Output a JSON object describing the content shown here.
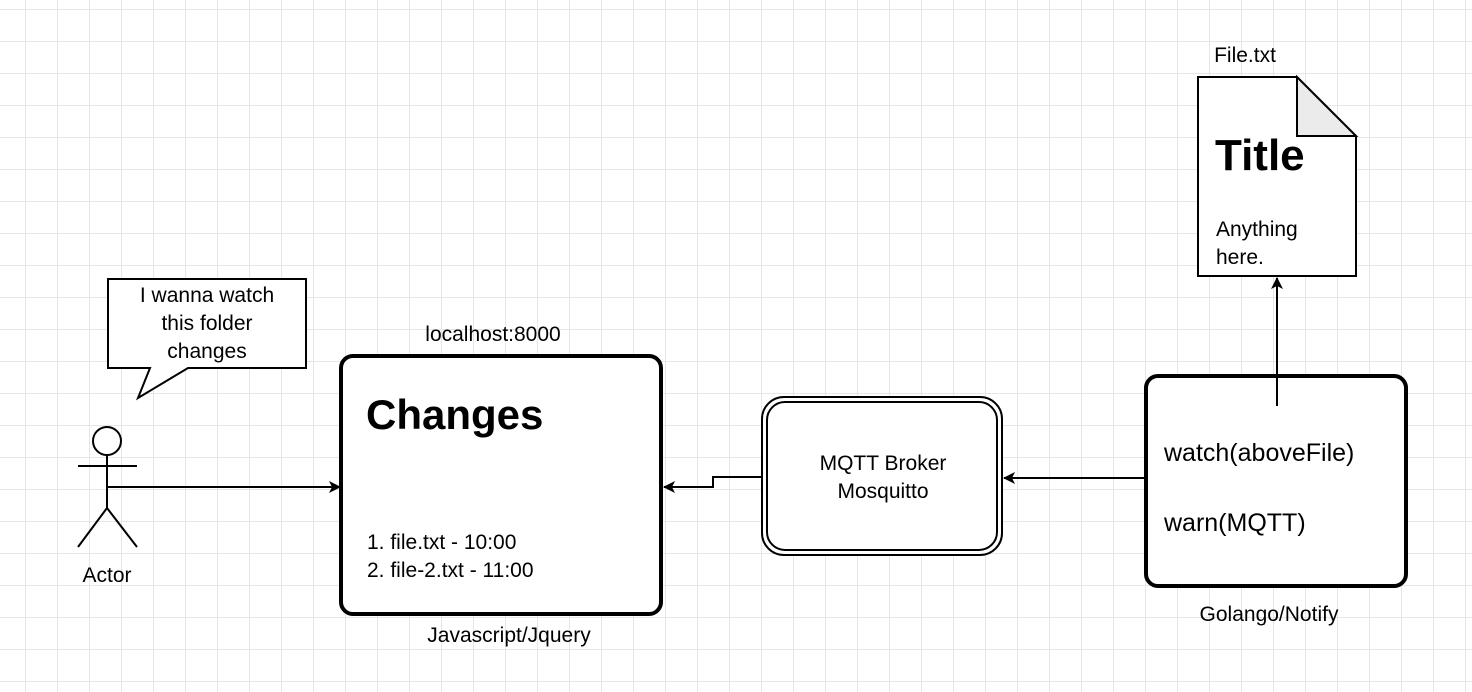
{
  "actor": {
    "label": "Actor"
  },
  "speech_bubble": {
    "lines": [
      "I wanna watch",
      "this folder",
      "changes"
    ]
  },
  "changes_box": {
    "top_label": "localhost:8000",
    "title": "Changes",
    "items": [
      "1. file.txt - 10:00",
      "2. file-2.txt - 11:00"
    ],
    "bottom_label": "Javascript/Jquery"
  },
  "broker": {
    "lines": [
      "MQTT Broker",
      "Mosquitto"
    ]
  },
  "notify_box": {
    "lines": [
      "watch(aboveFile)",
      "warn(MQTT)"
    ],
    "bottom_label": "Golango/Notify"
  },
  "file": {
    "label": "File.txt",
    "title": "Title",
    "body_lines": [
      "Anything",
      "here."
    ]
  }
}
